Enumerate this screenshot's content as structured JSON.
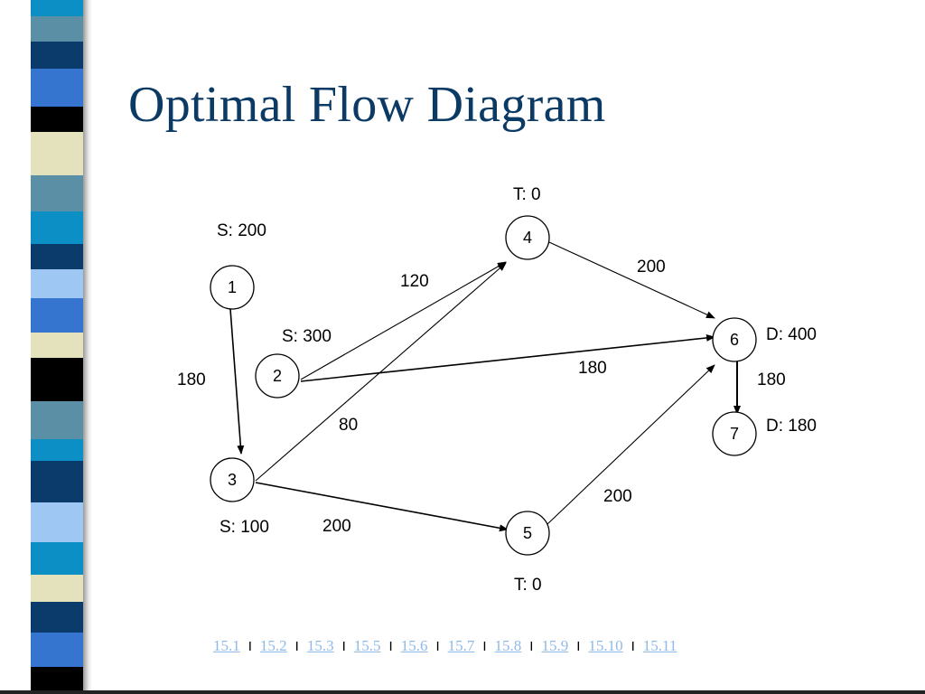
{
  "title": "Optimal Flow Diagram",
  "colors": {
    "title": "#0b3a64",
    "link": "#8eb9e8"
  },
  "nodes": [
    {
      "id": "1",
      "annotation": "S: 200"
    },
    {
      "id": "2",
      "annotation": "S: 300"
    },
    {
      "id": "3",
      "annotation": "S: 100"
    },
    {
      "id": "4",
      "annotation": "T: 0"
    },
    {
      "id": "5",
      "annotation": "T: 0"
    },
    {
      "id": "6",
      "annotation": "D: 400"
    },
    {
      "id": "7",
      "annotation": "D: 180"
    }
  ],
  "edges": [
    {
      "from": "1",
      "to": "3",
      "flow": "180"
    },
    {
      "from": "2",
      "to": "4",
      "flow": "120"
    },
    {
      "from": "2",
      "to": "6",
      "flow": "180"
    },
    {
      "from": "3",
      "to": "4",
      "flow": "80"
    },
    {
      "from": "3",
      "to": "5",
      "flow": "200"
    },
    {
      "from": "4",
      "to": "6",
      "flow": "200"
    },
    {
      "from": "5",
      "to": "6",
      "flow": "200"
    },
    {
      "from": "6",
      "to": "7",
      "flow": "180"
    }
  ],
  "nav_links": [
    "15.1",
    "15.2",
    "15.3",
    "15.5",
    "15.6",
    "15.7",
    "15.8",
    "15.9",
    "15.10",
    "15.11"
  ],
  "nav_separator": "I"
}
